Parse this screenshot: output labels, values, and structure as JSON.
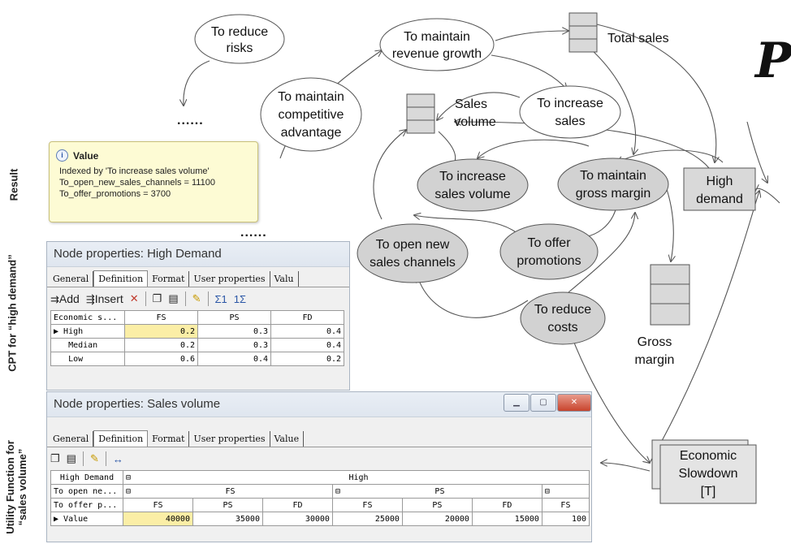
{
  "diagram": {
    "nodes": {
      "reduce_risks": [
        "To reduce",
        "risks"
      ],
      "revenue_growth": [
        "To maintain",
        "revenue growth"
      ],
      "competitive": [
        "To maintain",
        "competitive",
        "advantage"
      ],
      "increase_sales": [
        "To increase",
        "sales"
      ],
      "sales_volume_label": [
        "Sales",
        "volume"
      ],
      "total_sales_label": "Total sales",
      "increase_volume": [
        "To increase",
        "sales volume"
      ],
      "gross_margin_obj": [
        "To maintain",
        "gross margin"
      ],
      "high_demand": [
        "High",
        "demand"
      ],
      "new_channels": [
        "To open new",
        "sales channels"
      ],
      "offer_promotions": [
        "To offer",
        "promotions"
      ],
      "reduce_costs": [
        "To reduce",
        "costs"
      ],
      "gross_margin_label": [
        "Gross",
        "margin"
      ],
      "economic_slowdown": [
        "Economic",
        "Slowdown",
        "[T]"
      ]
    },
    "dots": "......"
  },
  "side_labels": {
    "result": "Result",
    "cpt": "CPT for “high demand”",
    "utility": [
      "Utility Function for",
      "“sales volume”"
    ]
  },
  "tooltip": {
    "title": "Value",
    "lines": [
      "Indexed by 'To increase sales volume'",
      "To_open_new_sales_channels = 11100",
      "To_offer_promotions = 3700"
    ]
  },
  "window_high_demand": {
    "title": "Node properties: High Demand",
    "tabs": [
      "General",
      "Definition",
      "Format",
      "User properties",
      "Valu"
    ],
    "toolbar": {
      "add": "Add",
      "insert": "Insert"
    },
    "table": {
      "header": [
        "Economic s...",
        "FS",
        "PS",
        "FD"
      ],
      "rows": [
        {
          "label": "High",
          "values": [
            "0.2",
            "0.3",
            "0.4"
          ]
        },
        {
          "label": "Median",
          "values": [
            "0.2",
            "0.3",
            "0.4"
          ]
        },
        {
          "label": "Low",
          "values": [
            "0.6",
            "0.4",
            "0.2"
          ]
        }
      ]
    }
  },
  "window_sales_volume": {
    "title": "Node properties: Sales volume",
    "tabs": [
      "General",
      "Definition",
      "Format",
      "User properties",
      "Value"
    ],
    "table": {
      "row1": {
        "label": "High Demand",
        "value": "High"
      },
      "row2": {
        "label": "To open ne...",
        "values": [
          "FS",
          "PS",
          ""
        ]
      },
      "row3": {
        "label": "To offer p...",
        "values": [
          "FS",
          "PS",
          "FD",
          "FS",
          "PS",
          "FD",
          "FS"
        ]
      },
      "row4": {
        "label": "Value",
        "values": [
          "40000",
          "35000",
          "30000",
          "25000",
          "20000",
          "15000",
          "100"
        ]
      }
    }
  },
  "logo_glyph": "P"
}
